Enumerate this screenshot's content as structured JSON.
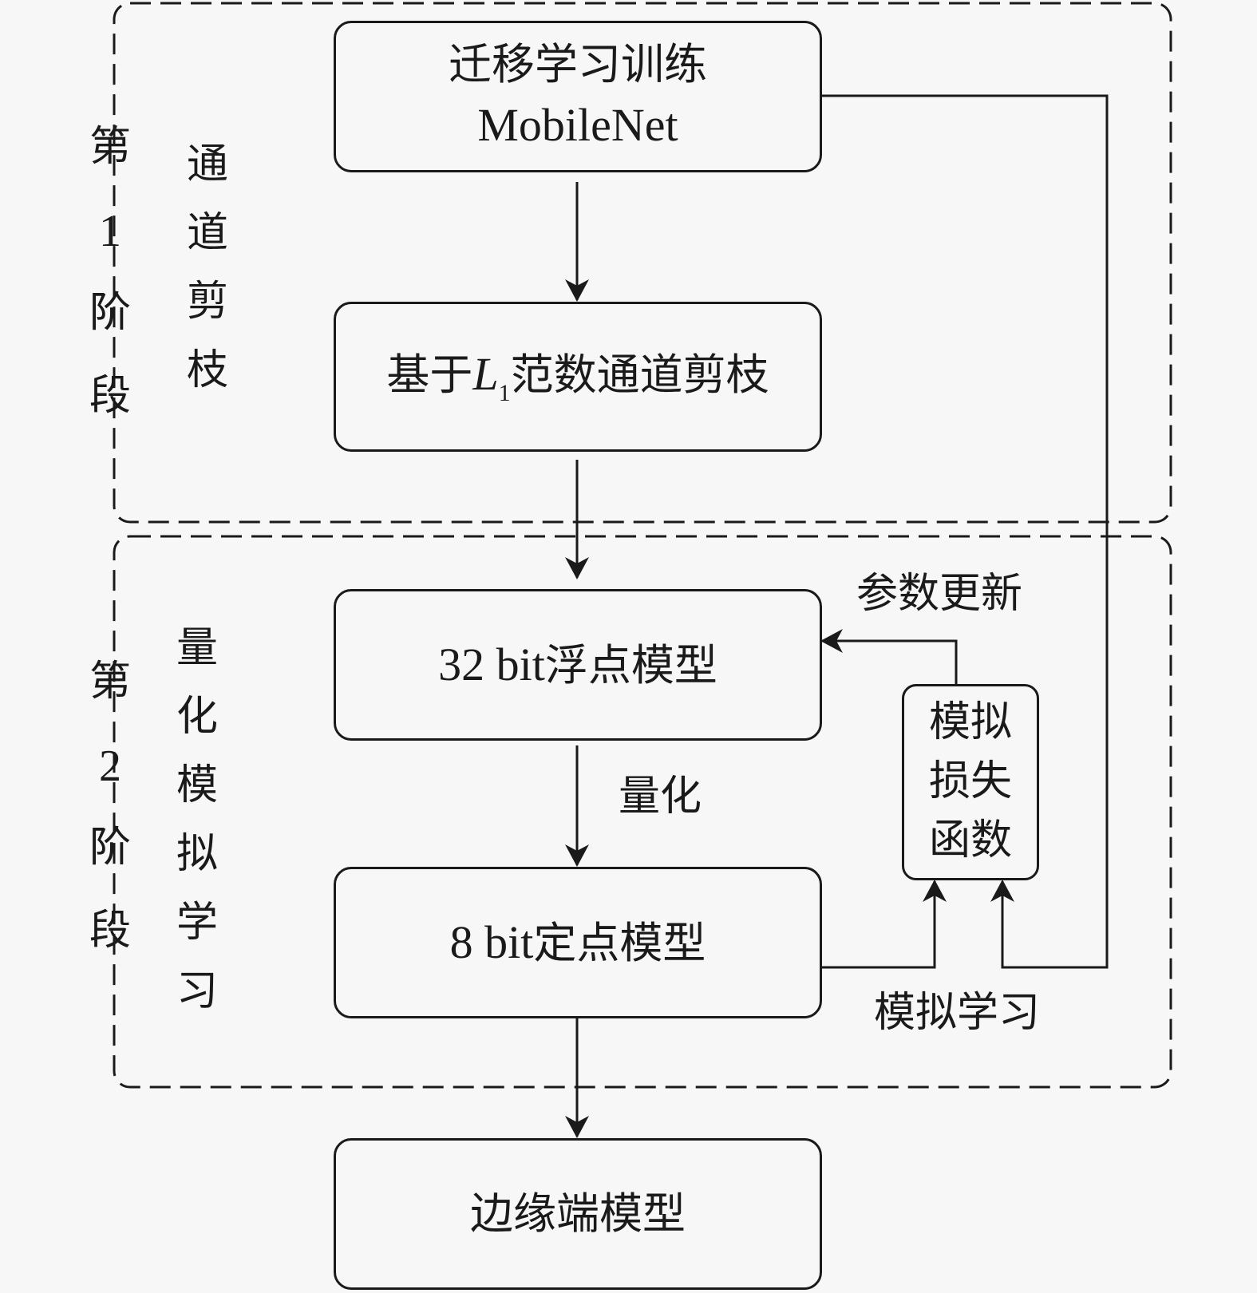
{
  "stages": [
    {
      "id": "stage1",
      "stage_chars": [
        "第",
        "1",
        "阶",
        "段"
      ],
      "method_chars": [
        "通",
        "道",
        "剪",
        "枝"
      ]
    },
    {
      "id": "stage2",
      "stage_chars": [
        "第",
        "2",
        "阶",
        "段"
      ],
      "method_chars": [
        "量",
        "化",
        "模",
        "拟",
        "学",
        "习"
      ]
    }
  ],
  "nodes": {
    "transfer": {
      "line1": "迁移学习训练",
      "line2": "MobileNet"
    },
    "pruning": {
      "prefix": "基于",
      "var": "L",
      "sub": "1",
      "suffix": "范数通道剪枝"
    },
    "float32": {
      "num": "32 bit",
      "text": "浮点模型"
    },
    "fixed8": {
      "num": "8 bit",
      "text": "定点模型"
    },
    "edge": {
      "text": "边缘端模型"
    },
    "loss": {
      "lines": [
        "模拟",
        "损失",
        "函数"
      ]
    }
  },
  "edge_labels": {
    "quantize": "量化",
    "param_update": "参数更新",
    "simulated_learning": "模拟学习"
  },
  "colors": {
    "background": "#f7f7f7",
    "stroke": "#1a1a1a"
  }
}
